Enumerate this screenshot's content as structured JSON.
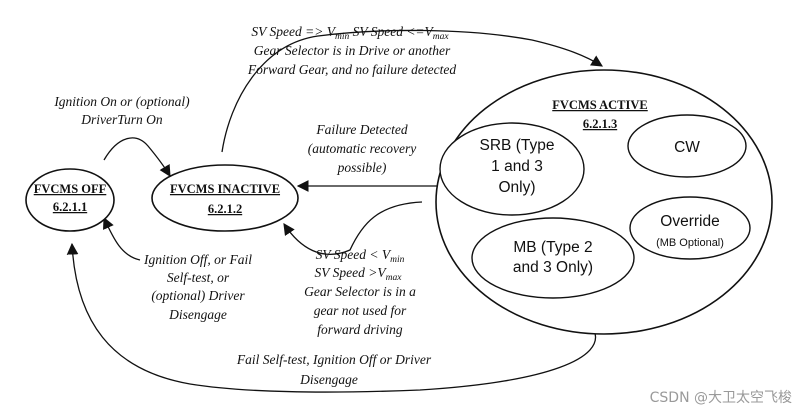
{
  "states": {
    "off": {
      "name": "FVCMS OFF",
      "ref": "6.2.1.1"
    },
    "inactive": {
      "name": "FVCMS INACTIVE",
      "ref": "6.2.1.2"
    },
    "active": {
      "name": "FVCMS ACTIVE",
      "ref": "6.2.1.3"
    }
  },
  "substates": {
    "srb": [
      "SRB (Type",
      "1 and 3",
      "Only)"
    ],
    "cw": "CW",
    "mb": [
      "MB (Type 2",
      "and 3 Only)"
    ],
    "override": "Override",
    "override_note": "(MB Optional)"
  },
  "transitions": {
    "off_to_inactive": [
      "Ignition On or (optional)",
      "DriverTurn On"
    ],
    "inactive_to_off": [
      "Ignition Off, or Fail",
      "Self-test, or",
      "(optional) Driver",
      "Disengage"
    ],
    "inactive_to_active": {
      "l1_a": "SV Speed => V",
      "l1_b": "min",
      "l1_c": " SV Speed <=V",
      "l1_d": "max",
      "l2": "Gear Selector is in Drive or another",
      "l3": "Forward Gear, and no failure detected"
    },
    "active_to_inactive_failure": [
      "Failure Detected",
      "(automatic recovery",
      "possible)"
    ],
    "active_to_inactive_speed": {
      "l1_a": "SV Speed < V",
      "l1_b": "min",
      "l2_a": "SV Speed >V",
      "l2_b": "max",
      "l3": "Gear Selector is in a",
      "l4": "gear not used for",
      "l5": "forward driving"
    },
    "active_to_off": [
      "Fail Self-test, Ignition Off or Driver",
      "Disengage"
    ]
  },
  "watermark": "CSDN @大卫太空飞梭"
}
